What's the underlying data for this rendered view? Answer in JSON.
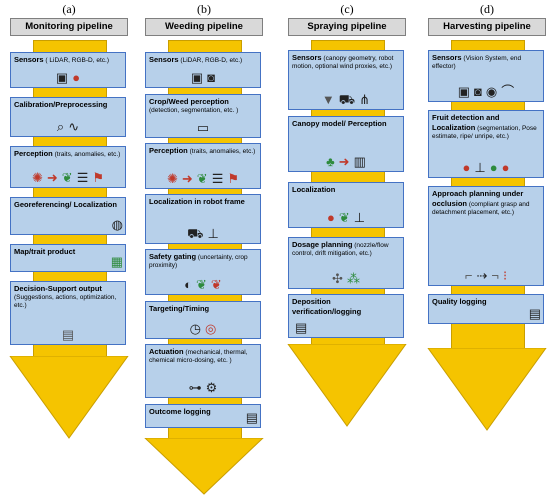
{
  "columns": [
    {
      "letter": "(a)",
      "title": "Monitoring pipeline",
      "boxes": [
        {
          "title": "Sensors",
          "detail": " ( LiDAR, RGB-D, etc.)"
        },
        {
          "title": "Calibration/Preprocessing",
          "detail": ""
        },
        {
          "title": "Perception",
          "detail": " (traits, anomalies, etc.)"
        },
        {
          "title": "Georeferencing/ Localization",
          "detail": ""
        },
        {
          "title": "Map/trait product",
          "detail": ""
        },
        {
          "title": "Decision-Support output",
          "detail": " (Suggestions, actions, optimization, etc.)"
        }
      ]
    },
    {
      "letter": "(b)",
      "title": "Weeding pipeline",
      "boxes": [
        {
          "title": "Sensors",
          "detail": " (LiDAR, RGB-D, etc.)"
        },
        {
          "title": "Crop/Weed perception",
          "detail": " (detection, segmentation, etc. )"
        },
        {
          "title": "Perception",
          "detail": " (traits, anomalies, etc.)"
        },
        {
          "title": "Localization in robot frame",
          "detail": ""
        },
        {
          "title": "Safety gating",
          "detail": " (uncertainty, crop proximity)"
        },
        {
          "title": "Targeting/Timing",
          "detail": ""
        },
        {
          "title": "Actuation",
          "detail": " (mechanical, thermal, chemical micro-dosing, etc. )"
        },
        {
          "title": "Outcome logging",
          "detail": ""
        }
      ]
    },
    {
      "letter": "(c)",
      "title": "Spraying pipeline",
      "boxes": [
        {
          "title": "Sensors",
          "detail": " (canopy geometry, robot motion, optional wind proxies, etc.)"
        },
        {
          "title": "Canopy model/ Perception",
          "detail": ""
        },
        {
          "title": "Localization",
          "detail": ""
        },
        {
          "title": "Dosage planning",
          "detail": " (nozzle/flow control, drift mitigation, etc.)"
        },
        {
          "title": "Deposition verification/logging",
          "detail": ""
        }
      ]
    },
    {
      "letter": "(d)",
      "title": "Harvesting pipeline",
      "boxes": [
        {
          "title": "Sensors",
          "detail": " (Vision System, end effector)"
        },
        {
          "title": "Fruit detection and Localization",
          "detail": " (segmentation, Pose estimate, ripe/ unripe, etc.)"
        },
        {
          "title": "Approach planning under occlusion",
          "detail": " (compliant grasp and detachment placement, etc.)"
        },
        {
          "title": "Quality logging",
          "detail": ""
        }
      ]
    }
  ],
  "colors": {
    "box_fill": "#b7d0ea",
    "box_border": "#4472c4",
    "arrow": "#f5c400",
    "header_fill": "#d9d9d9"
  }
}
